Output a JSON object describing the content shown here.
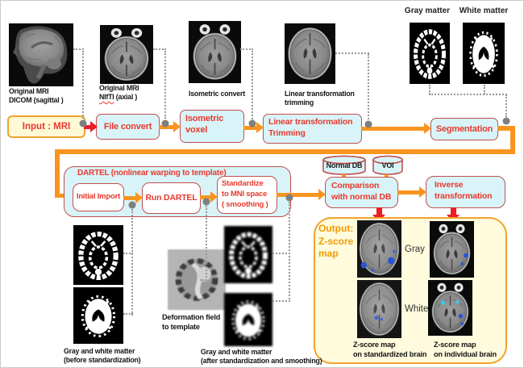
{
  "header_labels": {
    "gray_matter": "Gray matter",
    "white_matter": "White matter"
  },
  "captions": {
    "dicom_l1": "Original MRI",
    "dicom_l2": "DICOM (sagittal )",
    "nifti_l1": "Original MRI",
    "nifti_word": "NIfTI",
    "nifti_rest": "(axial )",
    "isometric": "Isometric convert",
    "linear_l1": "Linear transformation",
    "linear_l2": "trimming",
    "before_l1": "Gray and white matter",
    "before_l2": "(before standardization)",
    "deform_l1": "Deformation field",
    "deform_l2": "to template",
    "after_l1": "Gray and white matter",
    "after_l2": "(after standardization and smoothing)",
    "zstd_l1": "Z-score map",
    "zstd_l2": "on standardized brain",
    "zind_l1": "Z-score map",
    "zind_l2": "on individual brain",
    "row_gray": "Gray",
    "row_white": "White"
  },
  "boxes": {
    "input_mri": "Input : MRI",
    "file_convert": "File convert",
    "isometric_l1": "Isometric",
    "isometric_l2": "voxel",
    "linear_l1": "Linear transformation",
    "linear_l2": "Trimming",
    "segmentation": "Segmentation",
    "dartel_title": "DARTEL (nonlinear warping to template)",
    "initial_import": "Initial Import",
    "run_dartel": "Run DARTEL",
    "standardize_l1": "Standardize",
    "standardize_l2": "to MNI space",
    "standardize_l3": "( smoothing )",
    "normal_db": "Normal DB",
    "voi": "VOI",
    "comparison_l1": "Comparison",
    "comparison_l2": "with normal DB",
    "inverse_l1": "Inverse",
    "inverse_l2": "transformation",
    "output_l1": "Output:",
    "output_l2": "Z-score",
    "output_l3": "map"
  },
  "colors": {
    "flow_orange": "#F79520",
    "flow_red": "#EE1C25",
    "process_fill": "#D8F4F8",
    "process_border": "#C0504D",
    "process_text": "#E8392F",
    "input_fill": "#FFF9D6",
    "accent_border_orange": "#F0A32E",
    "output_fill": "#FFFBDC",
    "output_text": "#F59B00",
    "connector_gray": "#7F7F7F",
    "zscore_blue": "#2A52D8"
  }
}
